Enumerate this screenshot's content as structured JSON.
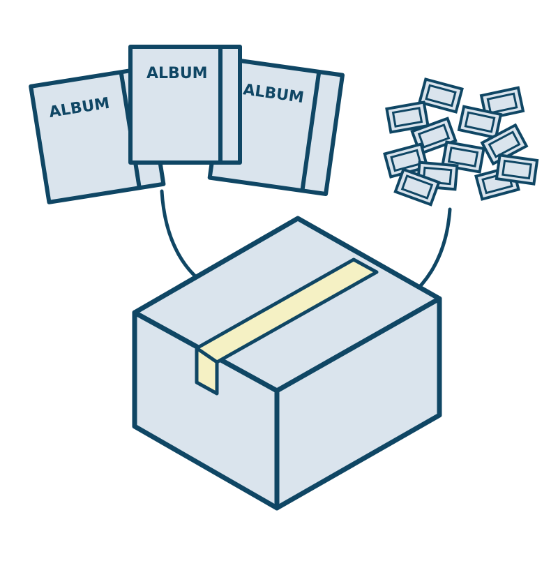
{
  "albums": [
    {
      "label": "ALBUM"
    },
    {
      "label": "ALBUM"
    },
    {
      "label": "ALBUM"
    }
  ],
  "stamps_count": 12,
  "colors": {
    "outline": "#0f4664",
    "fill": "#dae4ed",
    "tape": "#f5f1c4",
    "background": "#ffffff"
  },
  "icons": {
    "albums": "album-icon",
    "stamps": "stamp-icon",
    "box": "cardboard-box-icon",
    "arrows": "curved-arrow-icon"
  }
}
